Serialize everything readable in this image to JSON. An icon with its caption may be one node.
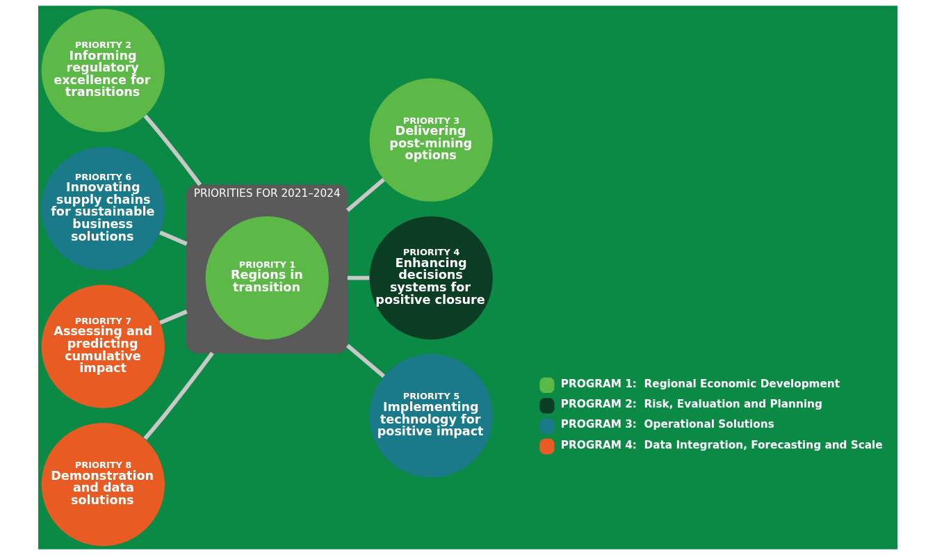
{
  "diagram": {
    "nodes": [
      {
        "text": [
          "PRIORITIES FOR 2021–2024"
        ]
      },
      {
        "text": [
          "PRIORITY 1",
          "Regions in transition"
        ],
        "in": 0
      },
      {
        "text": [
          "PRIORITY 2",
          "Informing regulatory excellence for transitions"
        ]
      },
      {
        "text": [
          "PRIORITY 3",
          "Delivering post-mining options"
        ]
      },
      {
        "text": [
          "PRIORITY 4",
          "Enhancing decisions systems for positive closure"
        ]
      },
      {
        "text": [
          "PRIORITY 5",
          "Implementing technology for positive impact"
        ]
      },
      {
        "text": [
          "PRIORITY 6",
          "Innovating supply chains for sustainable business solutions"
        ]
      },
      {
        "text": [
          "PRIORITY 7",
          "Assessing and predicting cumulative impact"
        ]
      },
      {
        "text": [
          "PRIORITY 8",
          "Demonstration and data solutions"
        ]
      }
    ],
    "edges": [
      {
        "from": 0,
        "to": 2,
        "arrow": "none"
      },
      {
        "from": 0,
        "to": 3,
        "arrow": "none"
      },
      {
        "from": 0,
        "to": 4,
        "arrow": "none"
      },
      {
        "from": 0,
        "to": 5,
        "arrow": "none"
      },
      {
        "from": 0,
        "to": 6,
        "arrow": "none"
      },
      {
        "from": 0,
        "to": 7,
        "arrow": "none"
      },
      {
        "from": 0,
        "to": 8,
        "arrow": "none"
      }
    ],
    "legend": [
      {
        "text": "PROGRAM 1:  Regional Economic Development",
        "color": "#5cb947"
      },
      {
        "text": "PROGRAM 2:  Risk, Evaluation and Planning",
        "color": "#0b3d24"
      },
      {
        "text": "PROGRAM 3:  Operational Solutions",
        "color": "#1a7a8a"
      },
      {
        "text": "PROGRAM 4:  Data Integration, Forecasting and Scale",
        "color": "#e85c24"
      }
    ]
  }
}
